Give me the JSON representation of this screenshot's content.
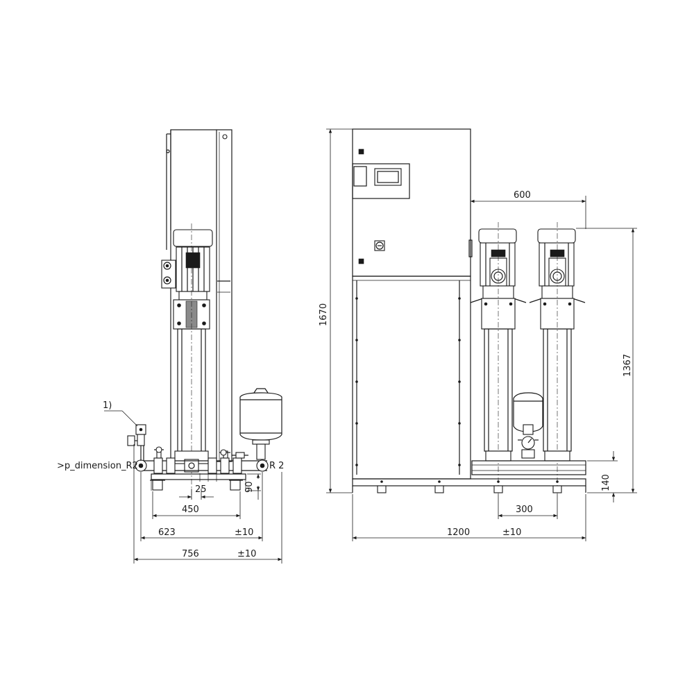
{
  "side_view": {
    "note": "1)",
    "left_connection": ">p_dimension_R2",
    "right_connection": "R 2",
    "dims": {
      "pipe_offset": "25",
      "base_height": "90",
      "frame_width": "450",
      "total_width": "623",
      "overall_width": "756",
      "tolerance": "±10"
    }
  },
  "front_view": {
    "dims": {
      "overall_height": "1670",
      "pump_spacing_top": "600",
      "pump_height": "1367",
      "base_height": "140",
      "pump_spacing": "300",
      "overall_width": "1200",
      "tolerance": "±10"
    }
  }
}
